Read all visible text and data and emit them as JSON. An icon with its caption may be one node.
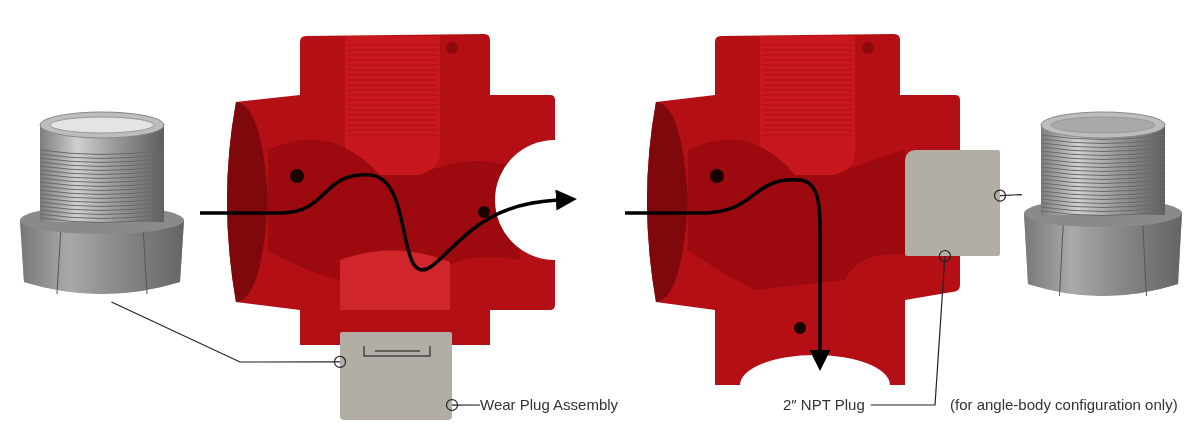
{
  "diagram": {
    "nodes": [
      {
        "text": [],
        "shape": "picture"
      },
      {
        "text": [],
        "shape": "picture"
      },
      {
        "text": [],
        "shape": "box"
      },
      {
        "text": [
          "Wear Plug Assembly"
        ]
      },
      {
        "text": [],
        "shape": "picture"
      },
      {
        "text": [],
        "shape": "box"
      },
      {
        "text": [
          "2″ NPT Plug"
        ]
      },
      {
        "text": [],
        "shape": "picture"
      }
    ],
    "edges": [
      {
        "from": 0,
        "to": 2,
        "arrow": "other"
      },
      {
        "from": 3,
        "to": 2,
        "arrow": "other"
      },
      {
        "from": 6,
        "to": 5,
        "arrow": "other"
      },
      {
        "from": 7,
        "to": 5,
        "arrow": "other"
      }
    ],
    "labels": [
      "(for angle-body configuration only)"
    ]
  }
}
